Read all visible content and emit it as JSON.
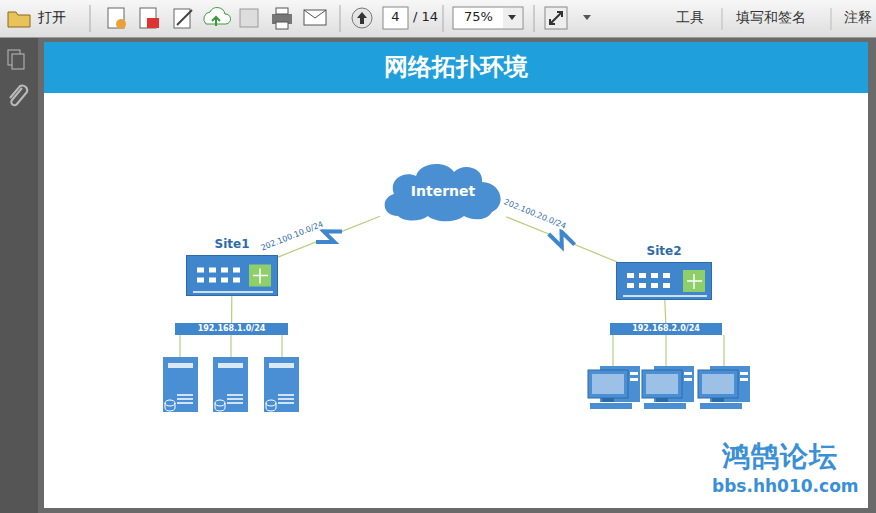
{
  "diagram": {
    "title": "网络拓扑环境",
    "nodes": [
      {
        "text": [
          "Internet"
        ]
      },
      {
        "text": [
          "Site1"
        ]
      },
      {
        "text": [
          "Site2"
        ]
      },
      {
        "text": [
          "192.168.1.0/24"
        ]
      },
      {
        "text": [
          "192.168.2.0/24"
        ]
      }
    ],
    "edges": [
      {
        "from": 1,
        "to": 0,
        "arrow": "none",
        "label": "202.100.10.0/24"
      },
      {
        "from": 0,
        "to": 2,
        "arrow": "none",
        "label": "202.100.20.0/24"
      },
      {
        "from": 1,
        "to": 3,
        "arrow": "none"
      },
      {
        "from": 2,
        "to": 4,
        "arrow": "none"
      }
    ],
    "labels": [
      "打开",
      "4",
      "/ 14",
      "75%",
      "工具",
      "填写和签名",
      "注释",
      "鸿鹄论坛",
      "bbs.hh010.com"
    ]
  }
}
